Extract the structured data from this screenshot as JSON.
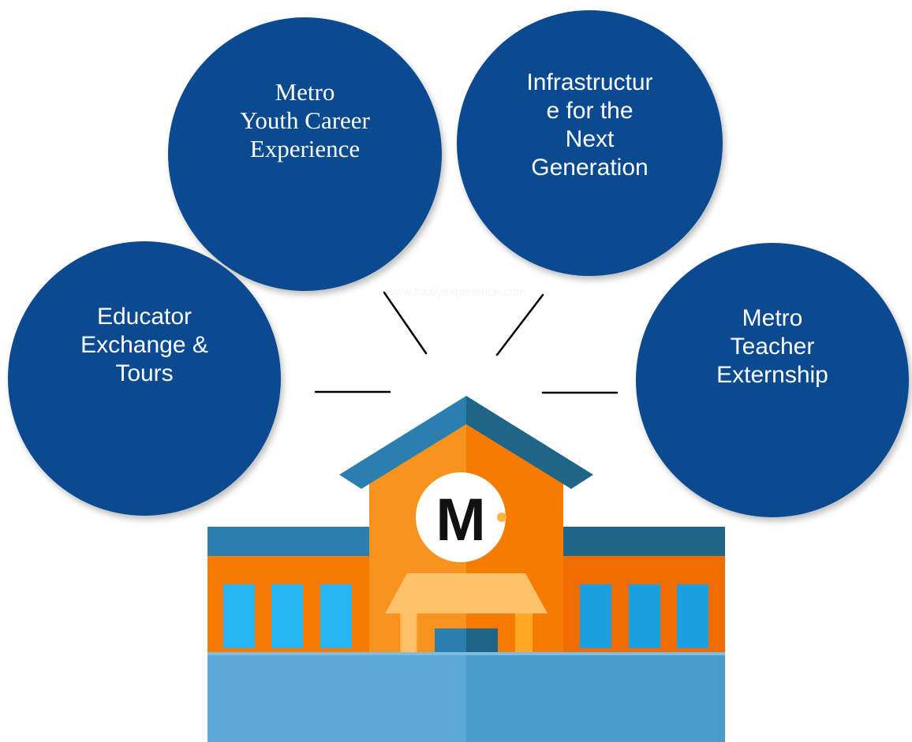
{
  "circles": {
    "youth": {
      "text": "Metro\nYouth Career\nExperience"
    },
    "infra": {
      "text": "Infrastructur\ne for the\nNext\nGeneration"
    },
    "edu": {
      "text": "Educator\nExchange &\nTours"
    },
    "teacher": {
      "text": "Metro\nTeacher\nExternship"
    }
  },
  "building": {
    "logo_letter": "M"
  },
  "watermark": "www.lobbyexperience.com",
  "colors": {
    "circle": "#0b4a91",
    "roof": "#2b7fb0",
    "roof_dark": "#1f6589",
    "wall": "#f57c00",
    "wall_light": "#f7931e",
    "window": "#29b6f6",
    "window_dark": "#1a9fe0",
    "base": "#5aa9d6"
  }
}
